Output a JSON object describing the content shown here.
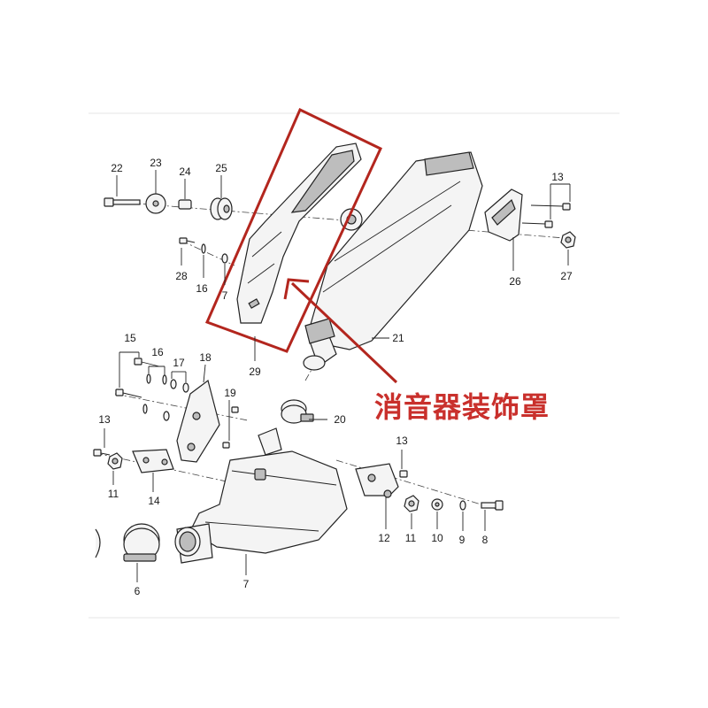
{
  "callout": {
    "label": "消音器装饰罩",
    "color": "#c9302c"
  },
  "part_numbers": {
    "n22": "22",
    "n23": "23",
    "n24": "24",
    "n25": "25",
    "n13a": "13",
    "n27": "27",
    "n26": "26",
    "n28": "28",
    "n16a": "16",
    "n7a": "7",
    "n29": "29",
    "n21": "21",
    "n15": "15",
    "n16b": "16",
    "n17": "17",
    "n18": "18",
    "n19": "19",
    "n20": "20",
    "n13b": "13",
    "n11a": "11",
    "n14": "14",
    "n13c": "13",
    "n12": "12",
    "n11b": "11",
    "n10": "10",
    "n9": "9",
    "n8": "8",
    "n6": "6",
    "n7b": "7"
  }
}
